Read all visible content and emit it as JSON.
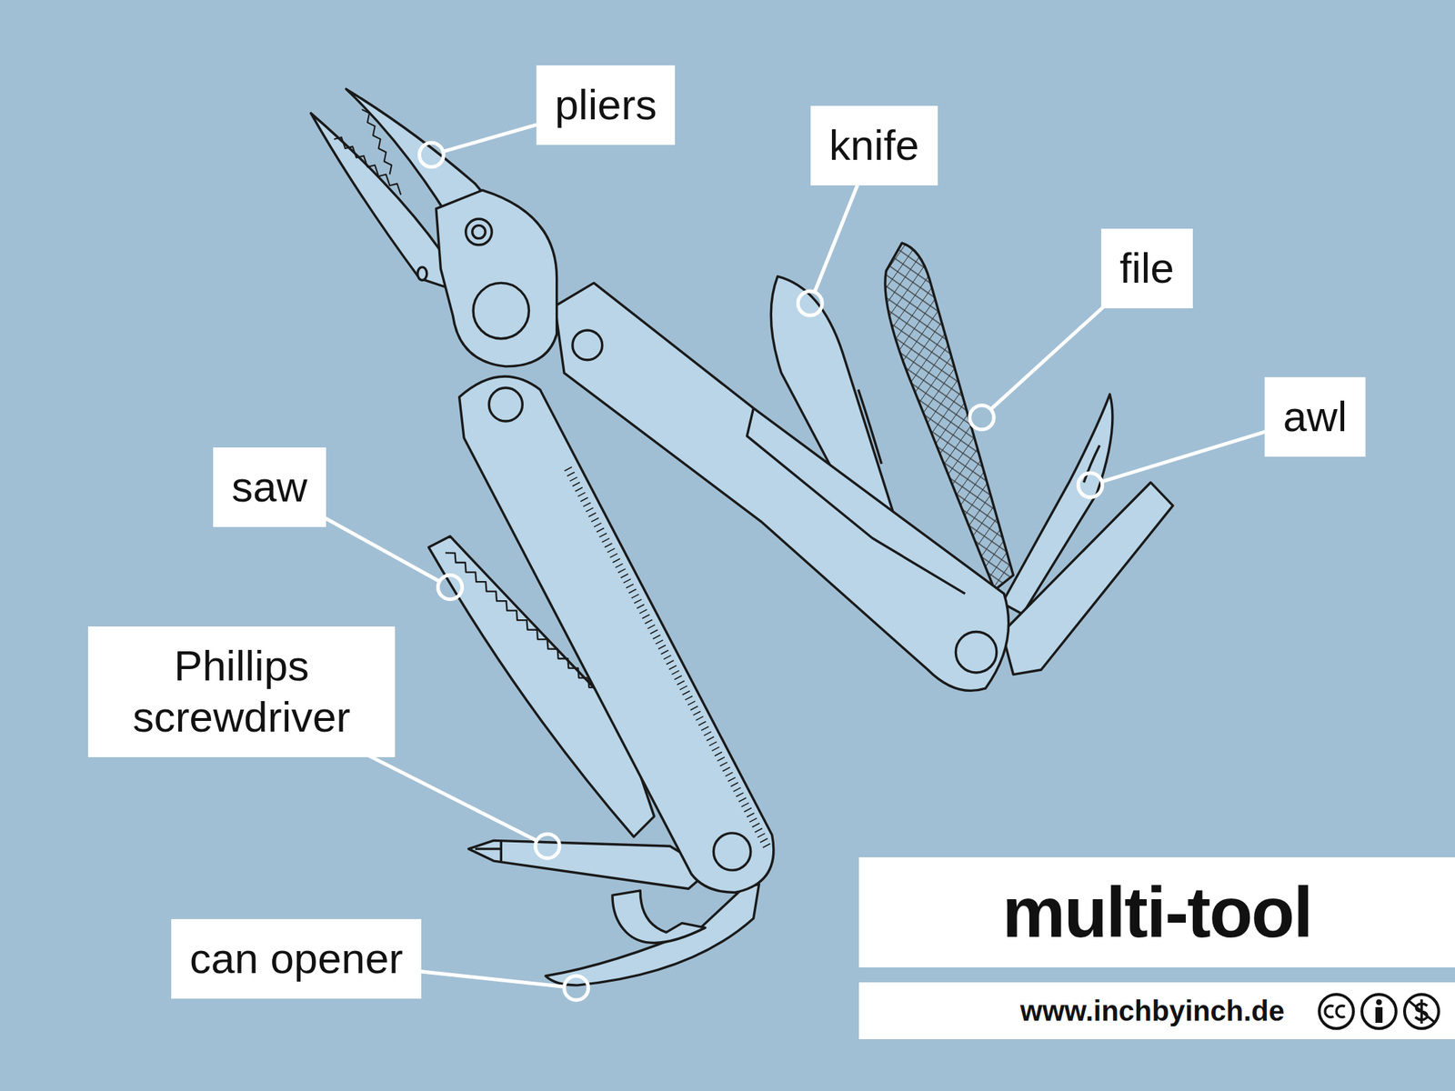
{
  "diagram": {
    "title": "multi-tool",
    "nodes": [
      {
        "text": [
          "pliers"
        ]
      },
      {
        "text": [
          "knife"
        ]
      },
      {
        "text": [
          "file"
        ]
      },
      {
        "text": [
          "awl"
        ]
      },
      {
        "text": [
          "saw"
        ]
      },
      {
        "text": [
          "Phillips screwdriver"
        ]
      },
      {
        "text": [
          "can opener"
        ]
      }
    ],
    "labels": [
      "www.inchbyinch.de"
    ]
  }
}
